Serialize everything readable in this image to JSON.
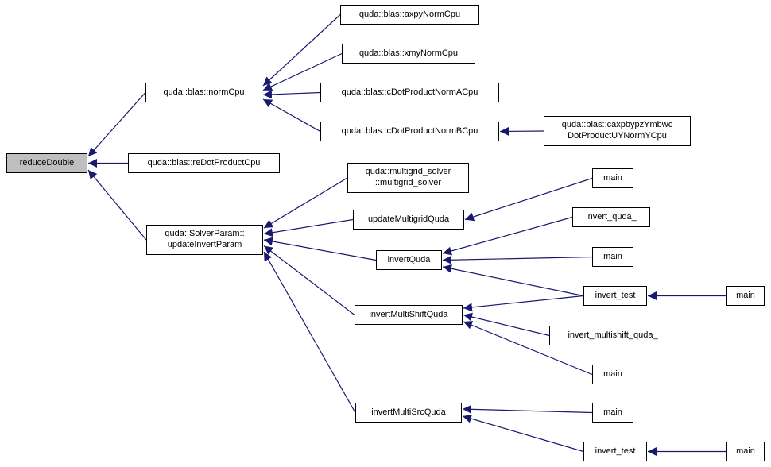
{
  "graph": {
    "type": "call-graph",
    "highlight_node": "reduceDouble",
    "colors": {
      "edge": "#191970",
      "node_border": "#000000",
      "node_fill": "#ffffff",
      "highlight_fill": "#bfbfbf"
    },
    "nodes": {
      "reduceDouble": {
        "label": "reduceDouble"
      },
      "normCpu": {
        "label": "quda::blas::normCpu"
      },
      "axpyNormCpu": {
        "label": "quda::blas::axpyNormCpu"
      },
      "xmyNormCpu": {
        "label": "quda::blas::xmyNormCpu"
      },
      "cDotNormACpu": {
        "label": "quda::blas::cDotProductNormACpu"
      },
      "cDotNormBCpu": {
        "label": "quda::blas::cDotProductNormBCpu"
      },
      "caxpbypz": {
        "label": "quda::blas::caxpbypzYmbwc\nDotProductUYNormYCpu"
      },
      "reDotProductCpu": {
        "label": "quda::blas::reDotProductCpu"
      },
      "updateInvertParam": {
        "label": "quda::SolverParam::\nupdateInvertParam"
      },
      "multigridSolver": {
        "label": "quda::multigrid_solver\n::multigrid_solver"
      },
      "updateMultigridQuda": {
        "label": "updateMultigridQuda"
      },
      "invertQuda": {
        "label": "invertQuda"
      },
      "invertQudaU": {
        "label": "invert_quda_"
      },
      "main1": {
        "label": "main"
      },
      "main2": {
        "label": "main"
      },
      "invertTest1": {
        "label": "invert_test"
      },
      "main3": {
        "label": "main"
      },
      "invertMultiShiftQuda": {
        "label": "invertMultiShiftQuda"
      },
      "invertMultishiftU": {
        "label": "invert_multishift_quda_"
      },
      "main4": {
        "label": "main"
      },
      "invertMultiSrcQuda": {
        "label": "invertMultiSrcQuda"
      },
      "main5": {
        "label": "main"
      },
      "invertTest2": {
        "label": "invert_test"
      },
      "main6": {
        "label": "main"
      }
    },
    "edges": [
      {
        "from": "normCpu",
        "to": "reduceDouble"
      },
      {
        "from": "reDotProductCpu",
        "to": "reduceDouble"
      },
      {
        "from": "updateInvertParam",
        "to": "reduceDouble"
      },
      {
        "from": "axpyNormCpu",
        "to": "normCpu"
      },
      {
        "from": "xmyNormCpu",
        "to": "normCpu"
      },
      {
        "from": "cDotNormACpu",
        "to": "normCpu"
      },
      {
        "from": "cDotNormBCpu",
        "to": "normCpu"
      },
      {
        "from": "caxpbypz",
        "to": "cDotNormBCpu"
      },
      {
        "from": "multigridSolver",
        "to": "updateInvertParam"
      },
      {
        "from": "updateMultigridQuda",
        "to": "updateInvertParam"
      },
      {
        "from": "invertQuda",
        "to": "updateInvertParam"
      },
      {
        "from": "invertMultiShiftQuda",
        "to": "updateInvertParam"
      },
      {
        "from": "invertMultiSrcQuda",
        "to": "updateInvertParam"
      },
      {
        "from": "main1",
        "to": "updateMultigridQuda"
      },
      {
        "from": "invertQudaU",
        "to": "invertQuda"
      },
      {
        "from": "main2",
        "to": "invertQuda"
      },
      {
        "from": "invertTest1",
        "to": "invertQuda"
      },
      {
        "from": "invertTest1",
        "to": "invertMultiShiftQuda"
      },
      {
        "from": "invertMultishiftU",
        "to": "invertMultiShiftQuda"
      },
      {
        "from": "main4",
        "to": "invertMultiShiftQuda"
      },
      {
        "from": "main3",
        "to": "invertTest1"
      },
      {
        "from": "main5",
        "to": "invertMultiSrcQuda"
      },
      {
        "from": "invertTest2",
        "to": "invertMultiSrcQuda"
      },
      {
        "from": "main6",
        "to": "invertTest2"
      }
    ]
  }
}
